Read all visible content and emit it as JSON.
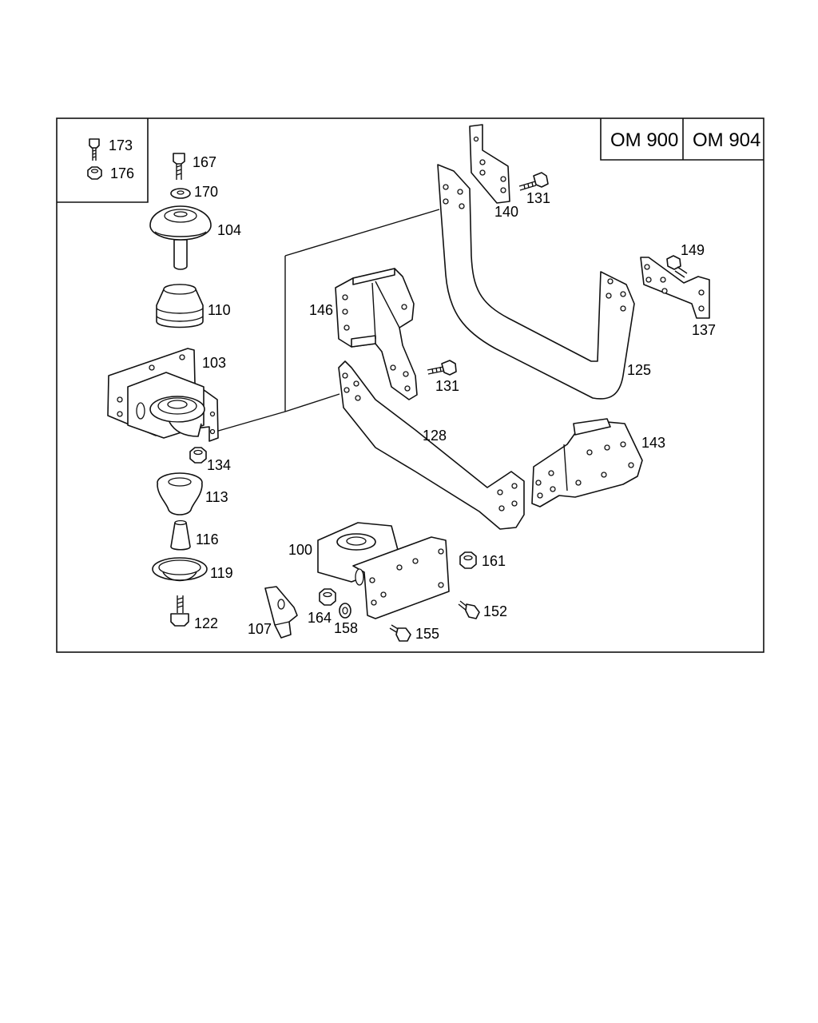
{
  "header": {
    "variant_1": "OM 900",
    "variant_2": "OM 904"
  },
  "legend": [
    {
      "number": "173",
      "icon": "bolt-icon"
    },
    {
      "number": "176",
      "icon": "nut-icon"
    }
  ],
  "parts": {
    "p100": "100",
    "p103": "103",
    "p104": "104",
    "p107": "107",
    "p110": "110",
    "p113": "113",
    "p116": "116",
    "p119": "119",
    "p122": "122",
    "p125": "125",
    "p128": "128",
    "p131a": "131",
    "p131b": "131",
    "p134": "134",
    "p137": "137",
    "p140": "140",
    "p143": "143",
    "p146": "146",
    "p149": "149",
    "p152": "152",
    "p155": "155",
    "p158": "158",
    "p161": "161",
    "p164": "164",
    "p167": "167",
    "p170": "170"
  },
  "colors": {
    "line": "#111111",
    "background": "#ffffff"
  }
}
